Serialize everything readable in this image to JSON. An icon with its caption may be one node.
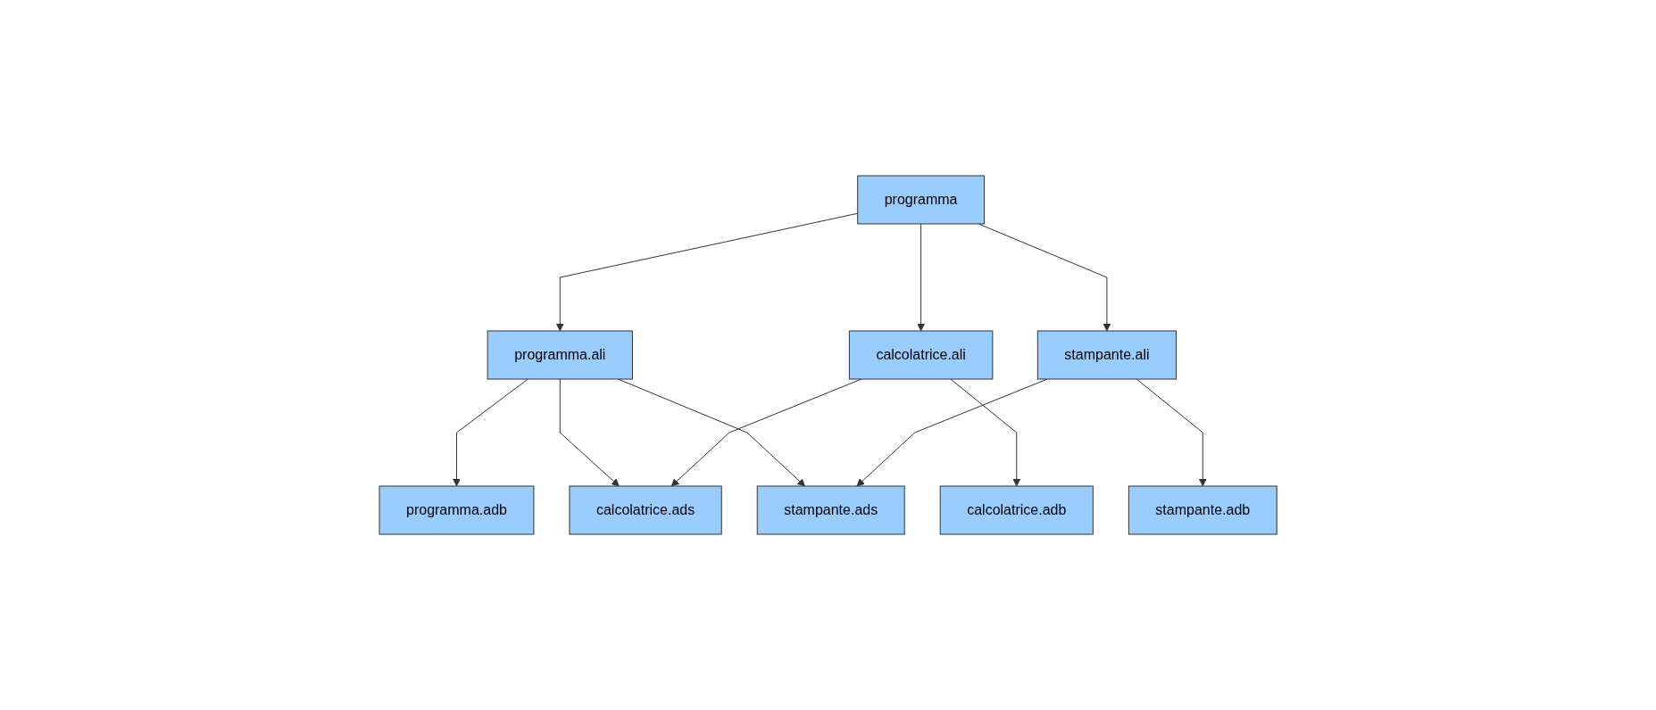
{
  "diagram": {
    "nodes": [
      {
        "text": [
          "programma"
        ]
      },
      {
        "text": [
          "programma.ali"
        ]
      },
      {
        "text": [
          "calcolatrice.ali"
        ]
      },
      {
        "text": [
          "stampante.ali"
        ]
      },
      {
        "text": [
          "programma.adb"
        ]
      },
      {
        "text": [
          "calcolatrice.adb"
        ]
      },
      {
        "text": [
          "calcolatrice.ads"
        ]
      },
      {
        "text": [
          "stampante.adb"
        ]
      },
      {
        "text": [
          "stampante.ads"
        ]
      }
    ],
    "edges": [
      {
        "from": 0,
        "to": 1,
        "arrow": "to"
      },
      {
        "from": 0,
        "to": 2,
        "arrow": "to"
      },
      {
        "from": 0,
        "to": 3,
        "arrow": "to"
      },
      {
        "from": 1,
        "to": 4,
        "arrow": "to"
      },
      {
        "from": 1,
        "to": 6,
        "arrow": "to"
      },
      {
        "from": 1,
        "to": 8,
        "arrow": "to"
      },
      {
        "from": 2,
        "to": 5,
        "arrow": "to"
      },
      {
        "from": 2,
        "to": 6,
        "arrow": "to"
      },
      {
        "from": 3,
        "to": 7,
        "arrow": "to"
      },
      {
        "from": 3,
        "to": 8,
        "arrow": "to"
      }
    ]
  }
}
